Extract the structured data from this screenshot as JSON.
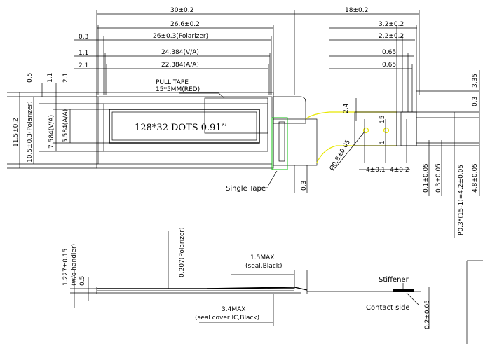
{
  "top_dims": {
    "width_total": "30±0.2",
    "width_tail": "18±0.2",
    "width_266": "26.6±0.2",
    "width_pol": "26±0.3(Polarizer)",
    "width_va": "24.384(V/A)",
    "width_aa": "22.384(A/A)",
    "off_03": "0.3",
    "off_11": "1.1",
    "off_21": "2.1"
  },
  "left_dims": {
    "d05": "0.5",
    "d11": "1.1",
    "d21": "2.1",
    "height_total": "11.5±0.2",
    "height_pol": "10.5±0.3(Polarizer)",
    "height_va": "7.584(V/A)",
    "height_aa": "5.584(A/A)"
  },
  "display_text": "128*32 DOTS 0.91’’",
  "pull_tape": {
    "line1": "PULL TAPE",
    "line2": "15*5MM(RED)"
  },
  "single_tape": "Single Tape",
  "fpc_dims": {
    "d32": "3.2±0.2",
    "d22": "2.2±0.2",
    "d065a": "0.65",
    "d065b": "0.65",
    "d24": "2.4",
    "hole": "Ø0.8±0.05",
    "pin15": "15",
    "pin1": "1",
    "w4a": "4±0.1",
    "w4b": "4±0.2",
    "d03": "0.3",
    "d03r": "0.3"
  },
  "right_dims": {
    "d335": "3.35",
    "d03": "0.3",
    "d01": "0.1±0.05",
    "d03b": "0.3±0.05",
    "pitch": "P0.3*(15-1)=4.2±0.05",
    "d48": "4.8±0.05"
  },
  "side_view": {
    "thick": "1.227±0.15",
    "thick_note": "(w/o handler)",
    "d05": "0.5",
    "pol": "0.207(Polarizer)",
    "seal": "1.5MAX",
    "seal_note": "(seal,Black)",
    "cover": "3.4MAX",
    "cover_note": "(seal cover IC,Black)",
    "stiffener": "Stiffener",
    "contact": "Contact side",
    "d02": "0.2±0.05"
  }
}
